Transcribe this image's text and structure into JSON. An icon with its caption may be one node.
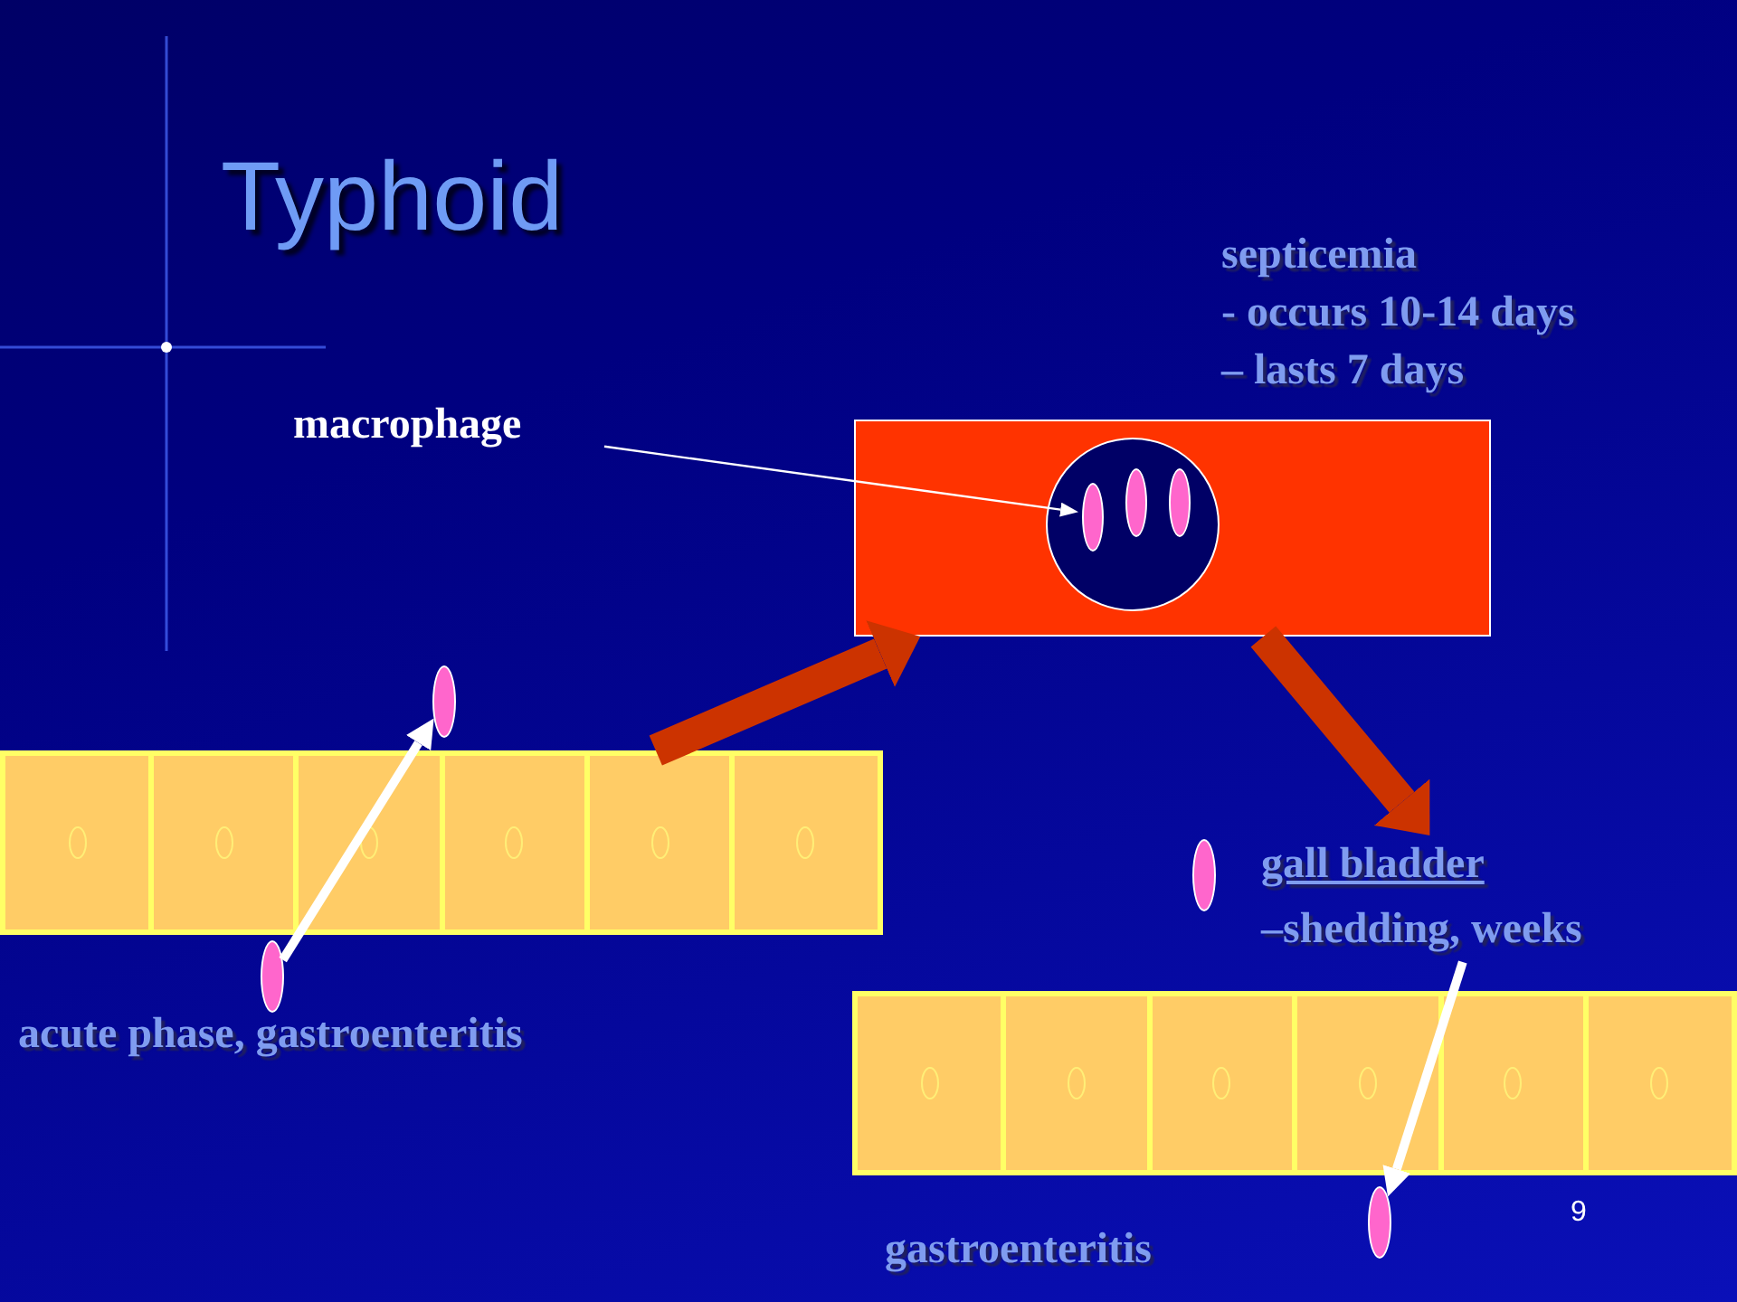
{
  "diagram": {
    "title": "Typhoid",
    "nodes": [
      {
        "text": [
          "macrophage"
        ]
      },
      {
        "text": [],
        "shape": "box",
        "beside": [
          "septicemia",
          "- occurs 10-14 days",
          "– lasts 7 days"
        ]
      },
      {
        "text": [],
        "shape": "circle",
        "in": 1
      },
      {
        "text": [],
        "shape": "ellipse",
        "in": 2
      },
      {
        "text": [],
        "shape": "ellipse",
        "in": 2
      },
      {
        "text": [],
        "shape": "ellipse",
        "in": 2
      },
      {
        "text": [],
        "shape": "ellipse"
      },
      {
        "text": [],
        "shape": "bar"
      },
      {
        "text": [],
        "shape": "ellipse"
      },
      {
        "text": [],
        "shape": "ellipse"
      },
      {
        "text": [
          "gall bladder",
          "–shedding, weeks"
        ]
      },
      {
        "text": [],
        "shape": "bar",
        "beside": [
          "gastroenteritis"
        ]
      },
      {
        "text": [],
        "shape": "ellipse"
      }
    ],
    "edges": [
      {
        "from": 0,
        "to": 3,
        "arrow": "to"
      },
      {
        "from": 7,
        "to": 1,
        "arrow": "to",
        "style": "thick",
        "color": "#cc3300"
      },
      {
        "from": 1,
        "to": 10,
        "arrow": "to",
        "style": "thick",
        "color": "#cc3300"
      },
      {
        "from": 8,
        "to": 6,
        "arrow": "to"
      },
      {
        "from": 10,
        "to": 12,
        "arrow": "to"
      }
    ],
    "labels": [
      "acute phase, gastroenteritis",
      "9"
    ]
  }
}
